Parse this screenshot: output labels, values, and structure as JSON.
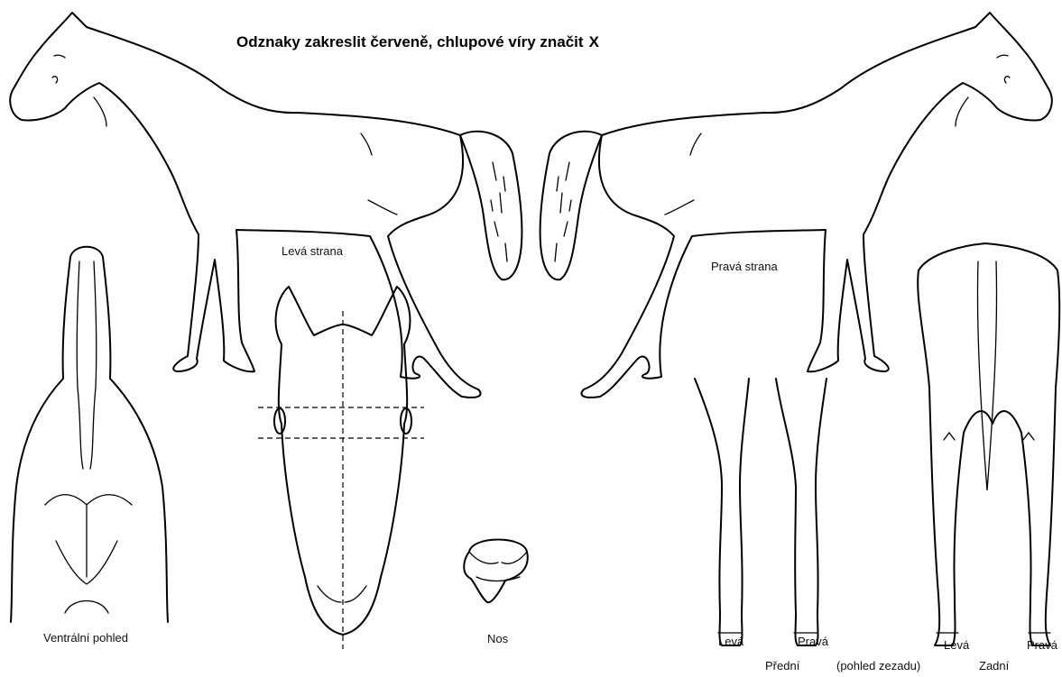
{
  "title": {
    "text": "Odznaky zakreslit červeně, chlupové víry značit",
    "marker": "X"
  },
  "labels": {
    "left_side": "Levá strana",
    "right_side": "Pravá strana",
    "ventral": "Ventrální pohled",
    "nose": "Nos",
    "front_left": "Levá",
    "front_right": "Pravá",
    "rear_left": "Levá",
    "rear_right": "Pravá",
    "front": "Přední",
    "rear_view": "(pohled zezadu)",
    "rear": "Zadní"
  }
}
